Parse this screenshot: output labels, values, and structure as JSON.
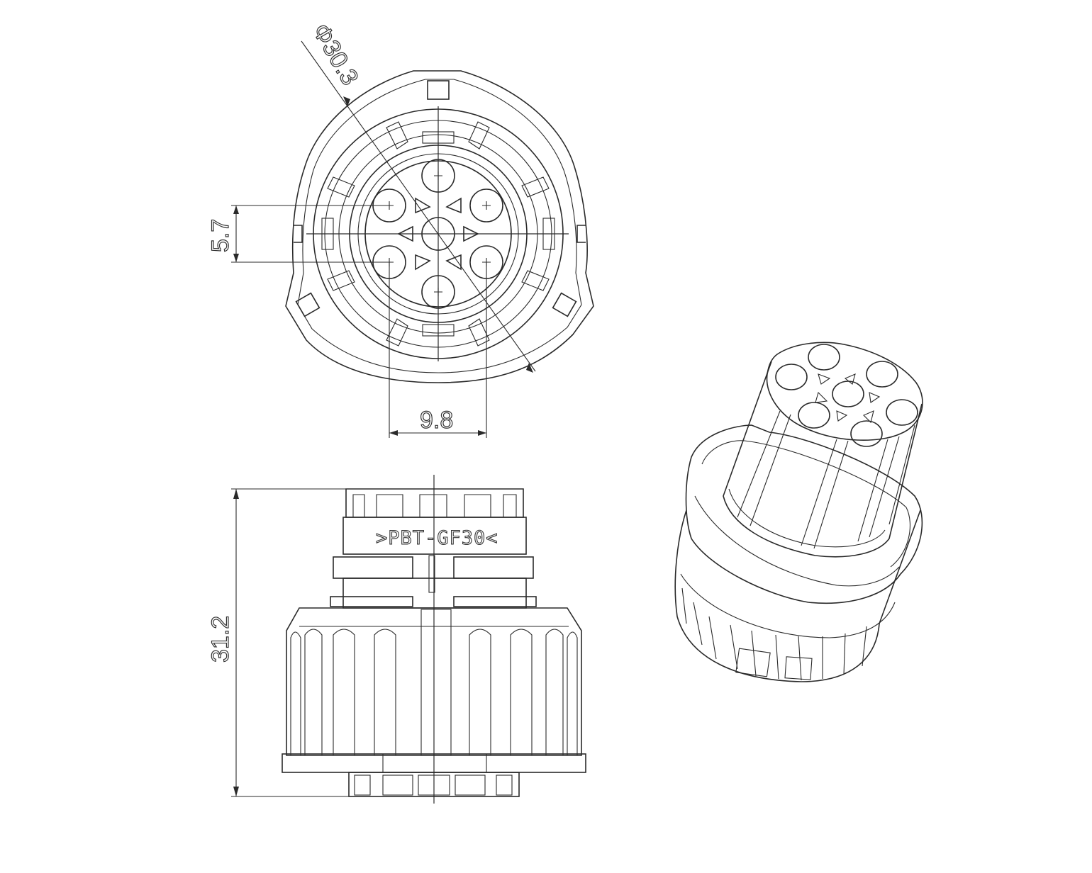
{
  "dimensions": {
    "diameter": "Φ30.3",
    "pin_vertical_spacing": "5.7",
    "pin_horizontal_spacing": "9.8",
    "overall_height": "31.2"
  },
  "material_marking": ">PBT-GF30<",
  "views": {
    "front": {
      "pin_count": 7
    },
    "side": {},
    "isometric": {
      "pin_count": 7
    }
  }
}
